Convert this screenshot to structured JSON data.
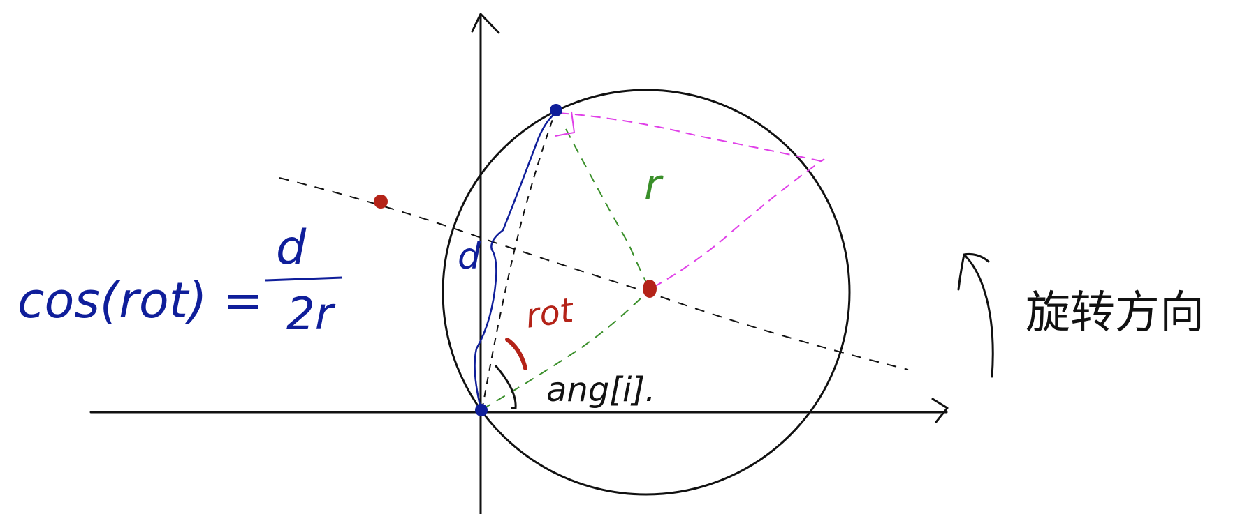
{
  "labels": {
    "formula_lhs": "cos(rot) =",
    "formula_num": "d",
    "formula_den": "2r",
    "d_label": "d",
    "r_label": "r",
    "rot_label": "rot",
    "ang_label": "ang[i].",
    "direction_text": "旋转方向"
  },
  "colors": {
    "ink": "#111111",
    "blue": "#0f1e9a",
    "red": "#b42318",
    "green": "#3a8f2a",
    "magenta": "#e040e8"
  }
}
